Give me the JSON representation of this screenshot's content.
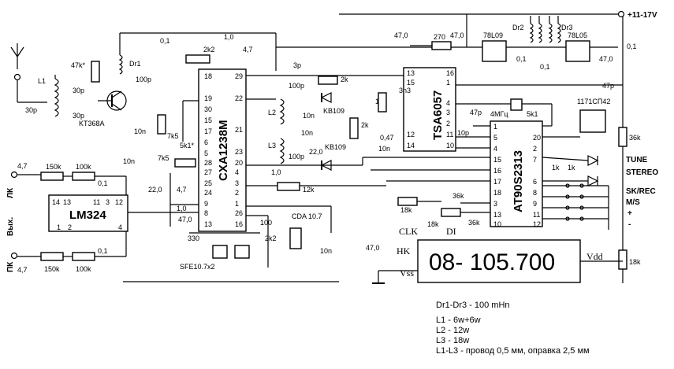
{
  "chips": {
    "tuner": "CXA1238M",
    "pll": "TSA6057",
    "mcu": "AT90S2313",
    "opamp": "LM324",
    "regulator1": "78L09",
    "regulator2": "78L05",
    "ir_receiver": "1171СП42"
  },
  "display": {
    "value": "08- 105.700",
    "hk": "HK",
    "vss": "Vss",
    "vdd": "Vdd",
    "clk": "CLK",
    "di": "DI"
  },
  "power": "+11-17V",
  "outputs": {
    "left": "ЛК",
    "right": "ПК",
    "out": "Вых."
  },
  "control_labels": [
    "TUNE",
    "STEREO",
    "SK/REC",
    "M/S",
    "+",
    "-"
  ],
  "components": {
    "transistor": "KT368A",
    "varicap1": "KB109",
    "varicap2": "KB109",
    "crystal": "4МГц",
    "ceramic_filter": "SFE10.7x2",
    "discriminator": "CDA 10.7",
    "dr1": "Dr1",
    "dr2": "Dr2",
    "dr3": "Dr3",
    "l1": "L1",
    "l2": "L2",
    "l3": "L3"
  },
  "notes": [
    "Dr1-Dr3 - 100 mHn",
    "L1 - 6w+6w",
    "L2 - 12w",
    "L3 - 18w",
    "L1-L3 - провод 0,5 мм, оправка 2,5 мм"
  ],
  "values": {
    "c_0_1": "0,1",
    "c_1_0": "1,0",
    "c_4_7": "4,7",
    "c_47_0": "47,0",
    "c_22_0": "22,0",
    "c_10n": "10n",
    "c_30p": "30p",
    "c_100p": "100p",
    "c_3p": "3p",
    "c_3n3": "3n3",
    "c_0_47": "0,47",
    "c_47p": "47p",
    "c_10p": "10p",
    "r_2k2": "2k2",
    "r_2k": "2k",
    "r_12k": "12k",
    "r_7k5": "7k5",
    "r_5k1": "5k1",
    "r_5k1s": "5k1*",
    "r_150k": "150k",
    "r_100k": "100k",
    "r_47k": "47k*",
    "r_270": "270",
    "r_36k": "36k",
    "r_18k": "18k",
    "r_1k": "1k",
    "r_330": "330",
    "r_100": "100"
  }
}
